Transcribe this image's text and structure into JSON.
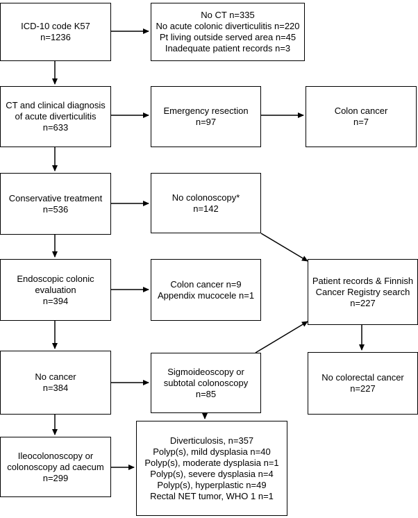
{
  "boxes": {
    "icd": {
      "lines": [
        "ICD-10 code K57",
        "n=1236"
      ]
    },
    "exclusions": {
      "lines": [
        "No CT n=335",
        "No acute colonic diverticulitis n=220",
        "Pt living outside served area n=45",
        "Inadequate patient records n=3"
      ]
    },
    "ct": {
      "lines": [
        "CT and clinical diagnosis",
        "of acute diverticulitis",
        "n=633"
      ]
    },
    "emergency": {
      "lines": [
        "Emergency resection",
        "n=97"
      ]
    },
    "colon_cancer_7": {
      "lines": [
        "Colon cancer",
        "n=7"
      ]
    },
    "conservative": {
      "lines": [
        "Conservative treatment",
        "n=536"
      ]
    },
    "no_colonoscopy": {
      "lines": [
        "No colonoscopy*",
        "n=142"
      ]
    },
    "endoscopic": {
      "lines": [
        "Endoscopic colonic",
        "evaluation",
        "n=394"
      ]
    },
    "colon_cancer_9": {
      "lines": [
        "Colon cancer n=9",
        "Appendix mucocele n=1"
      ]
    },
    "registry": {
      "lines": [
        "Patient records & Finnish",
        "Cancer Registry search",
        "n=227"
      ]
    },
    "no_cancer": {
      "lines": [
        "No cancer",
        "n=384"
      ]
    },
    "sigmoid": {
      "lines": [
        "Sigmoideoscopy or",
        "subtotal colonoscopy",
        "n=85"
      ]
    },
    "no_colorectal": {
      "lines": [
        "No colorectal cancer",
        "n=227"
      ]
    },
    "ileo": {
      "lines": [
        "Ileocolonoscopy or",
        "colonoscopy ad caecum",
        "n=299"
      ]
    },
    "findings": {
      "lines": [
        "Diverticulosis, n=357",
        "Polyp(s), mild dysplasia n=40",
        "Polyp(s), moderate dysplasia n=1",
        "Polyp(s), severe dysplasia n=4",
        "Polyp(s), hyperplastic n=49",
        "Rectal NET tumor, WHO 1 n=1"
      ]
    }
  }
}
